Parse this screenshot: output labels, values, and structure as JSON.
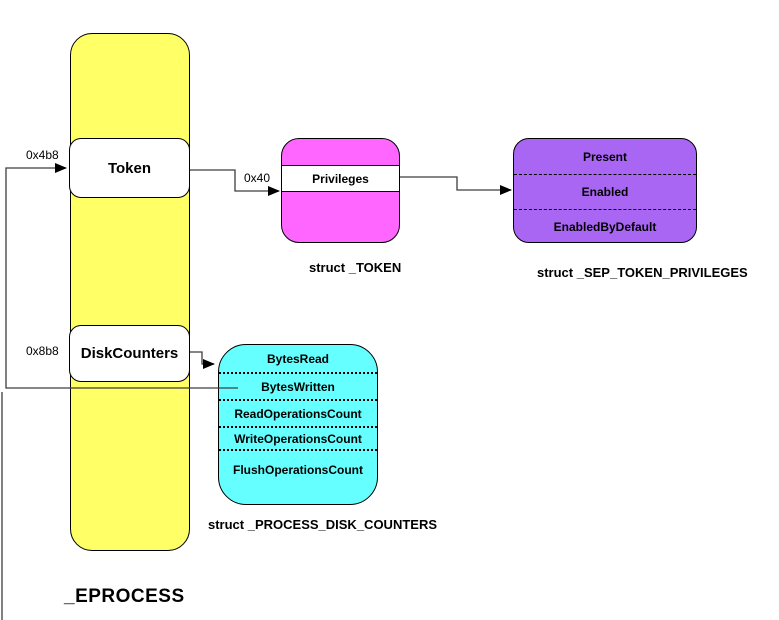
{
  "diagram": {
    "eprocess": {
      "title": "_EPROCESS",
      "fields": [
        {
          "name": "Token",
          "offset": "0x4b8"
        },
        {
          "name": "DiskCounters",
          "offset": "0x8b8"
        }
      ]
    },
    "token": {
      "caption": "struct _TOKEN",
      "field": "Privileges",
      "edge_offset": "0x40"
    },
    "sep_token_privileges": {
      "caption": "struct _SEP_TOKEN_PRIVILEGES",
      "rows": [
        "Present",
        "Enabled",
        "EnabledByDefault"
      ]
    },
    "process_disk_counters": {
      "caption": "struct _PROCESS_DISK_COUNTERS",
      "rows": [
        "BytesRead",
        "BytesWritten",
        "ReadOperationsCount",
        "WriteOperationsCount",
        "FlushOperationsCount"
      ]
    },
    "colors": {
      "eprocess_fill": "#ffff66",
      "token_fill": "#ff66ff",
      "sep_token_privileges_fill": "#a866f2",
      "process_disk_counters_fill": "#66ffff",
      "node_border": "#000000",
      "connector": "#3d3d3d"
    }
  }
}
